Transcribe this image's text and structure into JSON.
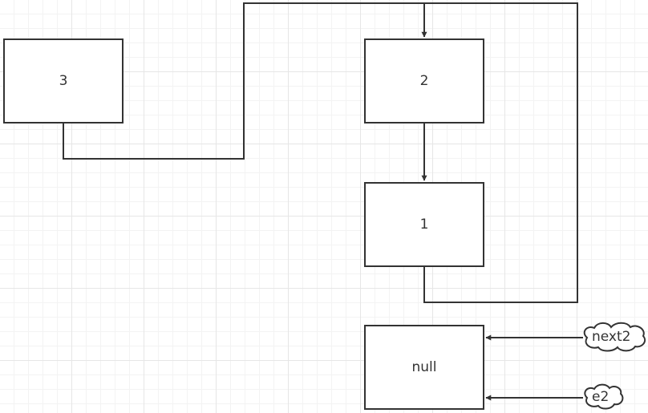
{
  "nodes": {
    "n3": "3",
    "n2": "2",
    "n1": "1",
    "null_node": "null"
  },
  "pointers": {
    "next2": "next2",
    "e2": "e2"
  },
  "colors": {
    "stroke": "#333333",
    "grid": "#e6e6e6"
  }
}
